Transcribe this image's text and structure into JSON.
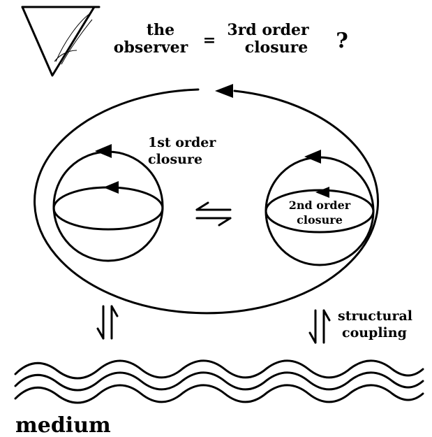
{
  "header": {
    "observer_line1": "the",
    "observer_line2": "observer",
    "equals": "=",
    "third_line1": "3rd order",
    "third_line2": "closure",
    "question": "?"
  },
  "closures": {
    "first_line1": "1st order",
    "first_line2": "closure",
    "second_line1": "2nd order",
    "second_line2": "closure"
  },
  "coupling": {
    "line1": "structural",
    "line2": "coupling"
  },
  "medium": {
    "label": "medium"
  },
  "colors": {
    "ink": "#000000",
    "background": "#ffffff"
  }
}
